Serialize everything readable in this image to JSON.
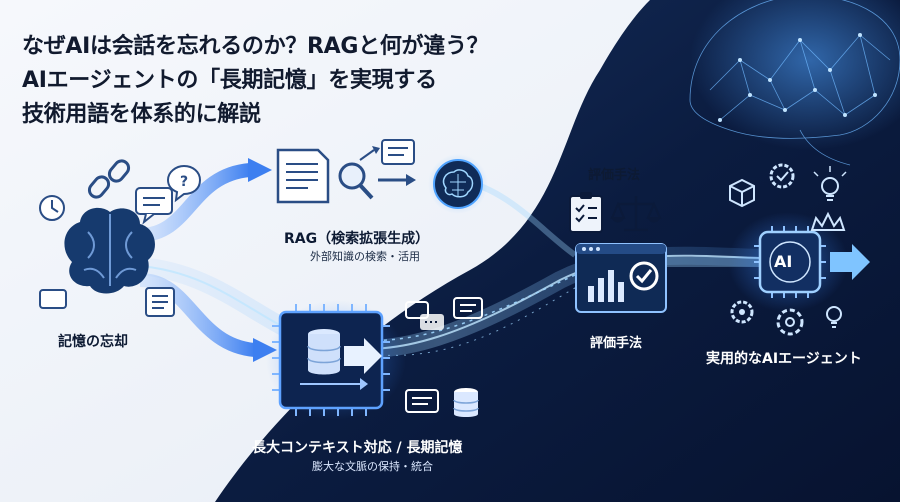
{
  "title": {
    "line1": "なぜAIは会話を忘れるのか？RAGと何が違う？",
    "line2": "AIエージェントの「長期記憶」を実現する",
    "line3": "技術用語を体系的に解説"
  },
  "nodes": {
    "forgetting": {
      "label": "記憶の忘却"
    },
    "rag": {
      "label": "RAG（検索拡張生成）",
      "sublabel": "外部知識の検索・活用"
    },
    "long_context": {
      "label": "長大コンテキスト対応 / 長期記憶",
      "sublabel": "膨大な文脈の保持・統合"
    },
    "evaluation_top": {
      "label": "評価手法"
    },
    "evaluation_bottom": {
      "label": "評価手法"
    },
    "practical_agent": {
      "label": "実用的なAIエージェント",
      "chip_text": "AI"
    }
  },
  "colors": {
    "navy": "#0b1a3a",
    "navy_deep": "#071330",
    "accent": "#3d8bff",
    "glow": "#7fc4ff",
    "text_dark": "#111a2e"
  }
}
